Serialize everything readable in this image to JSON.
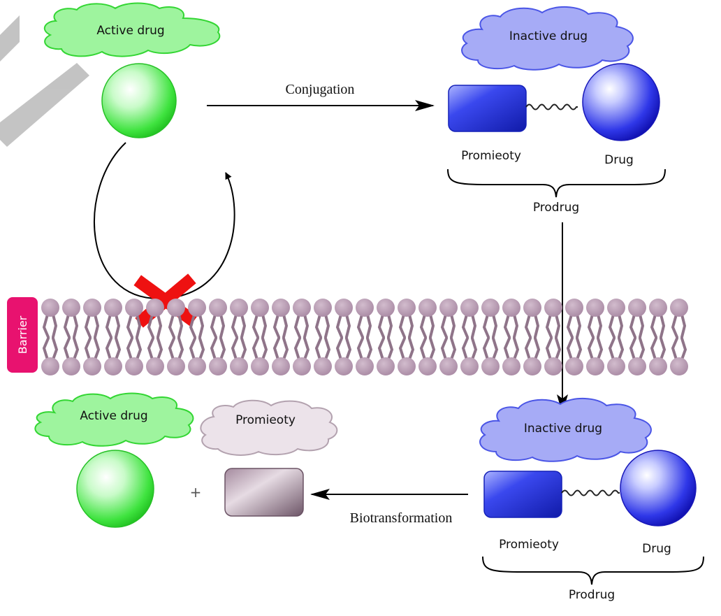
{
  "labels": {
    "active_drug_top": "Active drug",
    "inactive_drug_top": "Inactive drug",
    "conjugation": "Conjugation",
    "promieoty_top": "Promieoty",
    "drug_top": "Drug",
    "prodrug_top": "Prodrug",
    "barrier": "Barrier",
    "active_drug_bottom": "Active drug",
    "promieoty_cloud": "Promieoty",
    "inactive_drug_bottom": "Inactive drug",
    "plus": "+",
    "biotransformation": "Biotransformation",
    "promieoty_bottom": "Promieoty",
    "drug_bottom": "Drug",
    "prodrug_bottom": "Prodrug"
  },
  "colors": {
    "active": "#33dd33",
    "inactive": "#3344dd",
    "promoiety_released": "#7a5f73",
    "membrane": "#b294ad",
    "barrier_tag": "#e8126f",
    "block_mark": "#ee1111"
  }
}
